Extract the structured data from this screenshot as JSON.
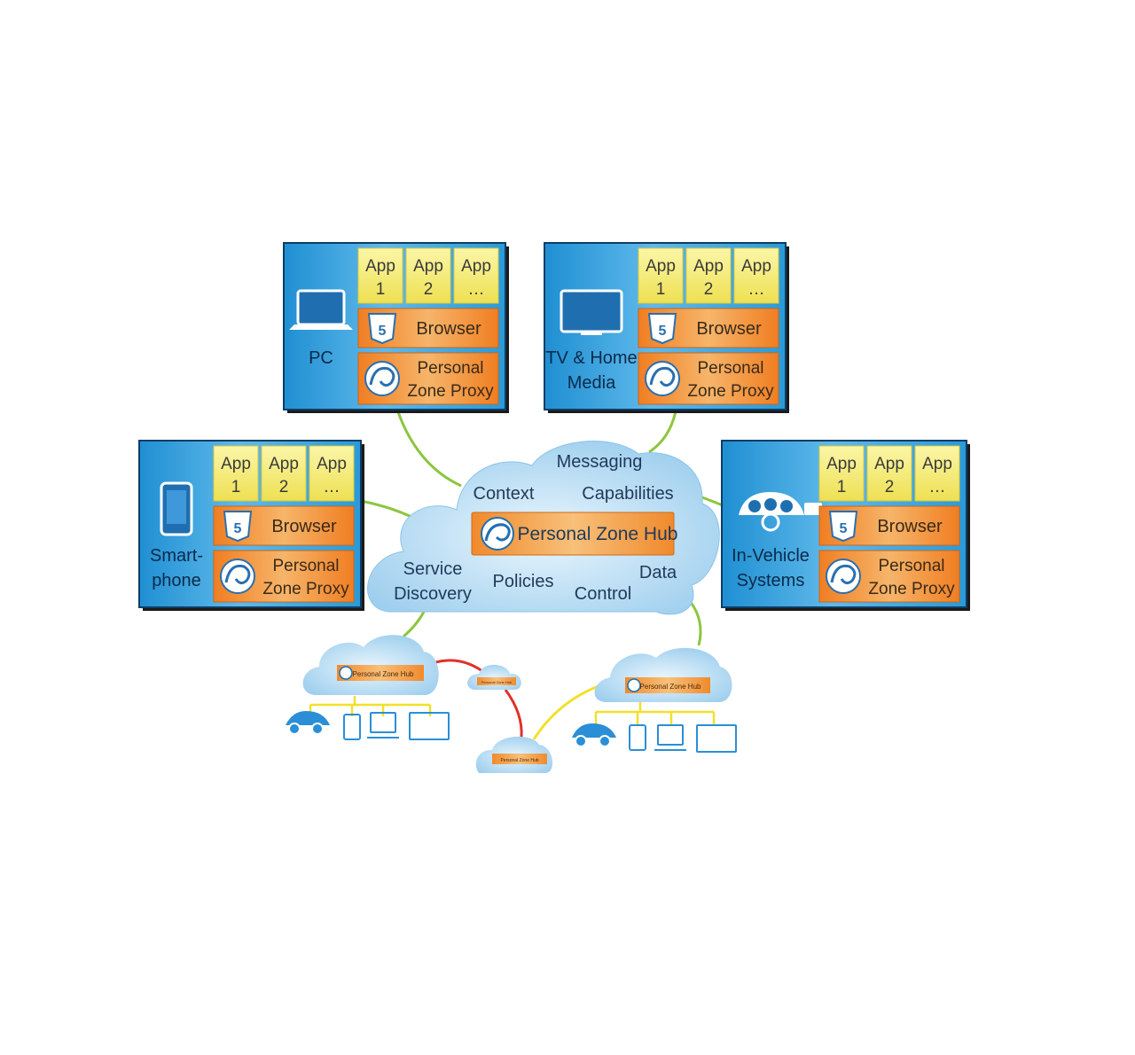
{
  "devices": [
    {
      "id": "pc",
      "label_lines": [
        "PC"
      ],
      "icon": "laptop-icon",
      "apps": [
        [
          "App",
          "1"
        ],
        [
          "App",
          "2"
        ],
        [
          "App",
          "…"
        ]
      ],
      "browser": "Browser",
      "proxy": [
        "Personal",
        "Zone Proxy"
      ]
    },
    {
      "id": "tv",
      "label_lines": [
        "TV & Home",
        "Media"
      ],
      "icon": "tv-icon",
      "apps": [
        [
          "App",
          "1"
        ],
        [
          "App",
          "2"
        ],
        [
          "App",
          "…"
        ]
      ],
      "browser": "Browser",
      "proxy": [
        "Personal",
        "Zone Proxy"
      ]
    },
    {
      "id": "smartphone",
      "label_lines": [
        "Smart-",
        "phone"
      ],
      "icon": "smartphone-icon",
      "apps": [
        [
          "App",
          "1"
        ],
        [
          "App",
          "2"
        ],
        [
          "App",
          "…"
        ]
      ],
      "browser": "Browser",
      "proxy": [
        "Personal",
        "Zone Proxy"
      ]
    },
    {
      "id": "vehicle",
      "label_lines": [
        "In-Vehicle",
        "Systems"
      ],
      "icon": "car-icon",
      "apps": [
        [
          "App",
          "1"
        ],
        [
          "App",
          "2"
        ],
        [
          "App",
          "…"
        ]
      ],
      "browser": "Browser",
      "proxy": [
        "Personal",
        "Zone Proxy"
      ]
    }
  ],
  "hub": {
    "label": "Personal Zone Hub",
    "capabilities": [
      "Messaging",
      "Context",
      "Capabilities",
      "Service",
      "Discovery",
      "Policies",
      "Control",
      "Data"
    ]
  },
  "mini_hubs": [
    "Personal Zone Hub",
    "Personal Zone Hub",
    "Personal Zone Hub",
    "Personal Zone Hub"
  ],
  "colors": {
    "device_blue": "#2a9ad8",
    "app_yellow": "#f3ea6a",
    "layer_orange": "#f39a3c",
    "cloud": "#b8dcf2",
    "link_green": "#8cc63f",
    "link_red": "#e0312b",
    "link_yellow": "#f2e02a"
  }
}
